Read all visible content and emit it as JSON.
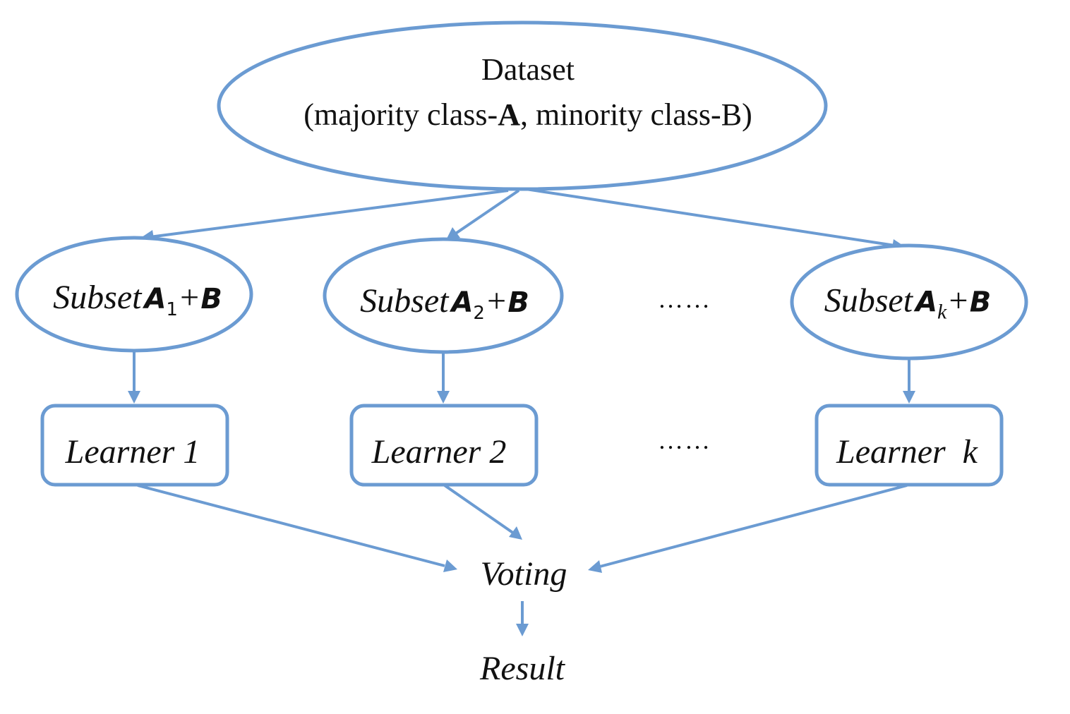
{
  "dataset": {
    "title": "Dataset",
    "desc_prefix": "(majority class-",
    "class_a": "A",
    "desc_mid": ", minority class-",
    "class_b": "B",
    "desc_suffix": ")"
  },
  "subsets": [
    {
      "word": "Subset",
      "set": "A",
      "index": "1",
      "plus": "+",
      "extra": "B"
    },
    {
      "word": "Subset",
      "set": "A",
      "index": "2",
      "plus": "+",
      "extra": "B"
    },
    {
      "word": "Subset",
      "set": "A",
      "index": "k",
      "plus": "+",
      "extra": "B"
    }
  ],
  "learners": [
    {
      "label": "Learner 1"
    },
    {
      "label": "Learner 2"
    },
    {
      "label": "Learner  k"
    }
  ],
  "ellipsis": [
    "……",
    "……"
  ],
  "voting": "Voting",
  "result": "Result",
  "colors": {
    "stroke": "#6b9bd2",
    "text": "#111111"
  }
}
